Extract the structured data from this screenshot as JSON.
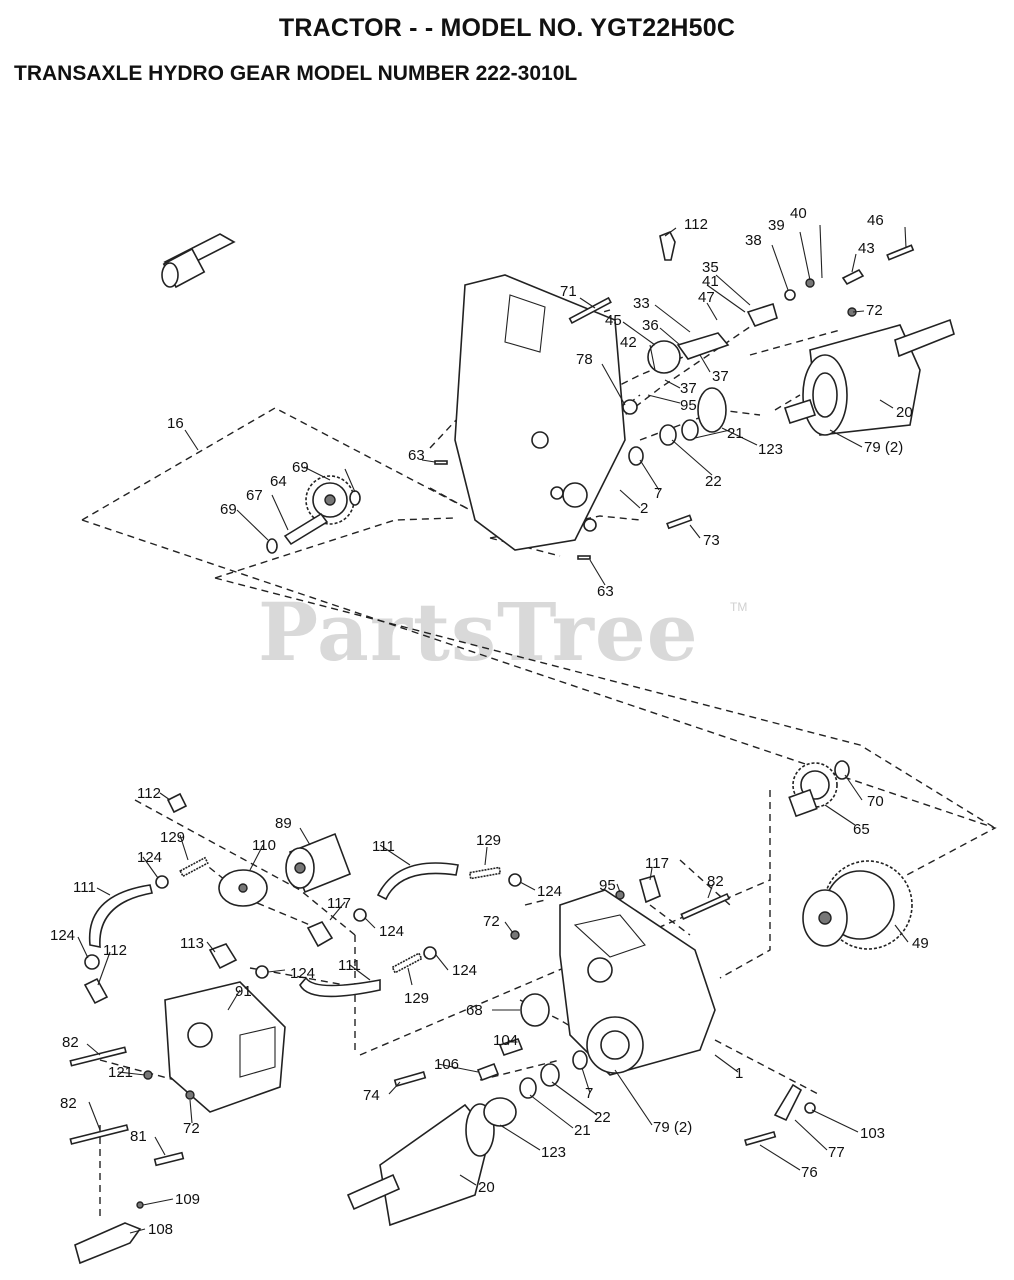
{
  "title": "TRACTOR - - MODEL NO. YGT22H50C",
  "subtitle": "TRANSAXLE HYDRO GEAR MODEL NUMBER 222-3010L",
  "watermark": "PartsTree",
  "watermark_mark": "TM",
  "callouts": [
    {
      "id": "c112a",
      "text": "112"
    },
    {
      "id": "c40",
      "text": "40"
    },
    {
      "id": "c39",
      "text": "39"
    },
    {
      "id": "c46",
      "text": "46"
    },
    {
      "id": "c38",
      "text": "38"
    },
    {
      "id": "c43",
      "text": "43"
    },
    {
      "id": "c41",
      "text": "41"
    },
    {
      "id": "c35",
      "text": "35"
    },
    {
      "id": "c71",
      "text": "71"
    },
    {
      "id": "c47",
      "text": "47"
    },
    {
      "id": "c33",
      "text": "33"
    },
    {
      "id": "c72a",
      "text": "72"
    },
    {
      "id": "c45",
      "text": "45"
    },
    {
      "id": "c36",
      "text": "36"
    },
    {
      "id": "c42",
      "text": "42"
    },
    {
      "id": "c78",
      "text": "78"
    },
    {
      "id": "c37a",
      "text": "37"
    },
    {
      "id": "c37b",
      "text": "37"
    },
    {
      "id": "c95a",
      "text": "95"
    },
    {
      "id": "c20a",
      "text": "20"
    },
    {
      "id": "c16",
      "text": "16"
    },
    {
      "id": "c123a",
      "text": "123"
    },
    {
      "id": "c21a",
      "text": "21"
    },
    {
      "id": "c79a",
      "text": "79 (2)"
    },
    {
      "id": "c63a",
      "text": "63"
    },
    {
      "id": "c69a",
      "text": "69"
    },
    {
      "id": "c64",
      "text": "64"
    },
    {
      "id": "c22a",
      "text": "22"
    },
    {
      "id": "c7a",
      "text": "7"
    },
    {
      "id": "c67",
      "text": "67"
    },
    {
      "id": "c69b",
      "text": "69"
    },
    {
      "id": "c2",
      "text": "2"
    },
    {
      "id": "c73",
      "text": "73"
    },
    {
      "id": "c63b",
      "text": "63"
    },
    {
      "id": "c70",
      "text": "70"
    },
    {
      "id": "c112b",
      "text": "112"
    },
    {
      "id": "c65",
      "text": "65"
    },
    {
      "id": "c89",
      "text": "89"
    },
    {
      "id": "c129a",
      "text": "129"
    },
    {
      "id": "c110",
      "text": "110"
    },
    {
      "id": "c111a",
      "text": "111"
    },
    {
      "id": "c129b",
      "text": "129"
    },
    {
      "id": "c117a",
      "text": "117"
    },
    {
      "id": "c124a",
      "text": "124"
    },
    {
      "id": "c111b",
      "text": "111"
    },
    {
      "id": "c82a",
      "text": "82"
    },
    {
      "id": "c95b",
      "text": "95"
    },
    {
      "id": "c124b",
      "text": "124"
    },
    {
      "id": "c117b",
      "text": "117"
    },
    {
      "id": "c124c",
      "text": "124"
    },
    {
      "id": "c72b",
      "text": "72"
    },
    {
      "id": "c124d",
      "text": "124"
    },
    {
      "id": "c112c",
      "text": "112"
    },
    {
      "id": "c49",
      "text": "49"
    },
    {
      "id": "c113",
      "text": "113"
    },
    {
      "id": "c111c",
      "text": "111"
    },
    {
      "id": "c124e",
      "text": "124"
    },
    {
      "id": "c124f",
      "text": "124"
    },
    {
      "id": "c91",
      "text": "91"
    },
    {
      "id": "c129c",
      "text": "129"
    },
    {
      "id": "c68",
      "text": "68"
    },
    {
      "id": "c82b",
      "text": "82"
    },
    {
      "id": "c104",
      "text": "104"
    },
    {
      "id": "c121",
      "text": "121"
    },
    {
      "id": "c106",
      "text": "106"
    },
    {
      "id": "c1",
      "text": "1"
    },
    {
      "id": "c74",
      "text": "74"
    },
    {
      "id": "c7b",
      "text": "7"
    },
    {
      "id": "c82c",
      "text": "82"
    },
    {
      "id": "c72c",
      "text": "72"
    },
    {
      "id": "c21b",
      "text": "21"
    },
    {
      "id": "c22b",
      "text": "22"
    },
    {
      "id": "c79b",
      "text": "79 (2)"
    },
    {
      "id": "c103",
      "text": "103"
    },
    {
      "id": "c81",
      "text": "81"
    },
    {
      "id": "c77",
      "text": "77"
    },
    {
      "id": "c123b",
      "text": "123"
    },
    {
      "id": "c76",
      "text": "76"
    },
    {
      "id": "c20b",
      "text": "20"
    },
    {
      "id": "c109",
      "text": "109"
    },
    {
      "id": "c108",
      "text": "108"
    }
  ]
}
